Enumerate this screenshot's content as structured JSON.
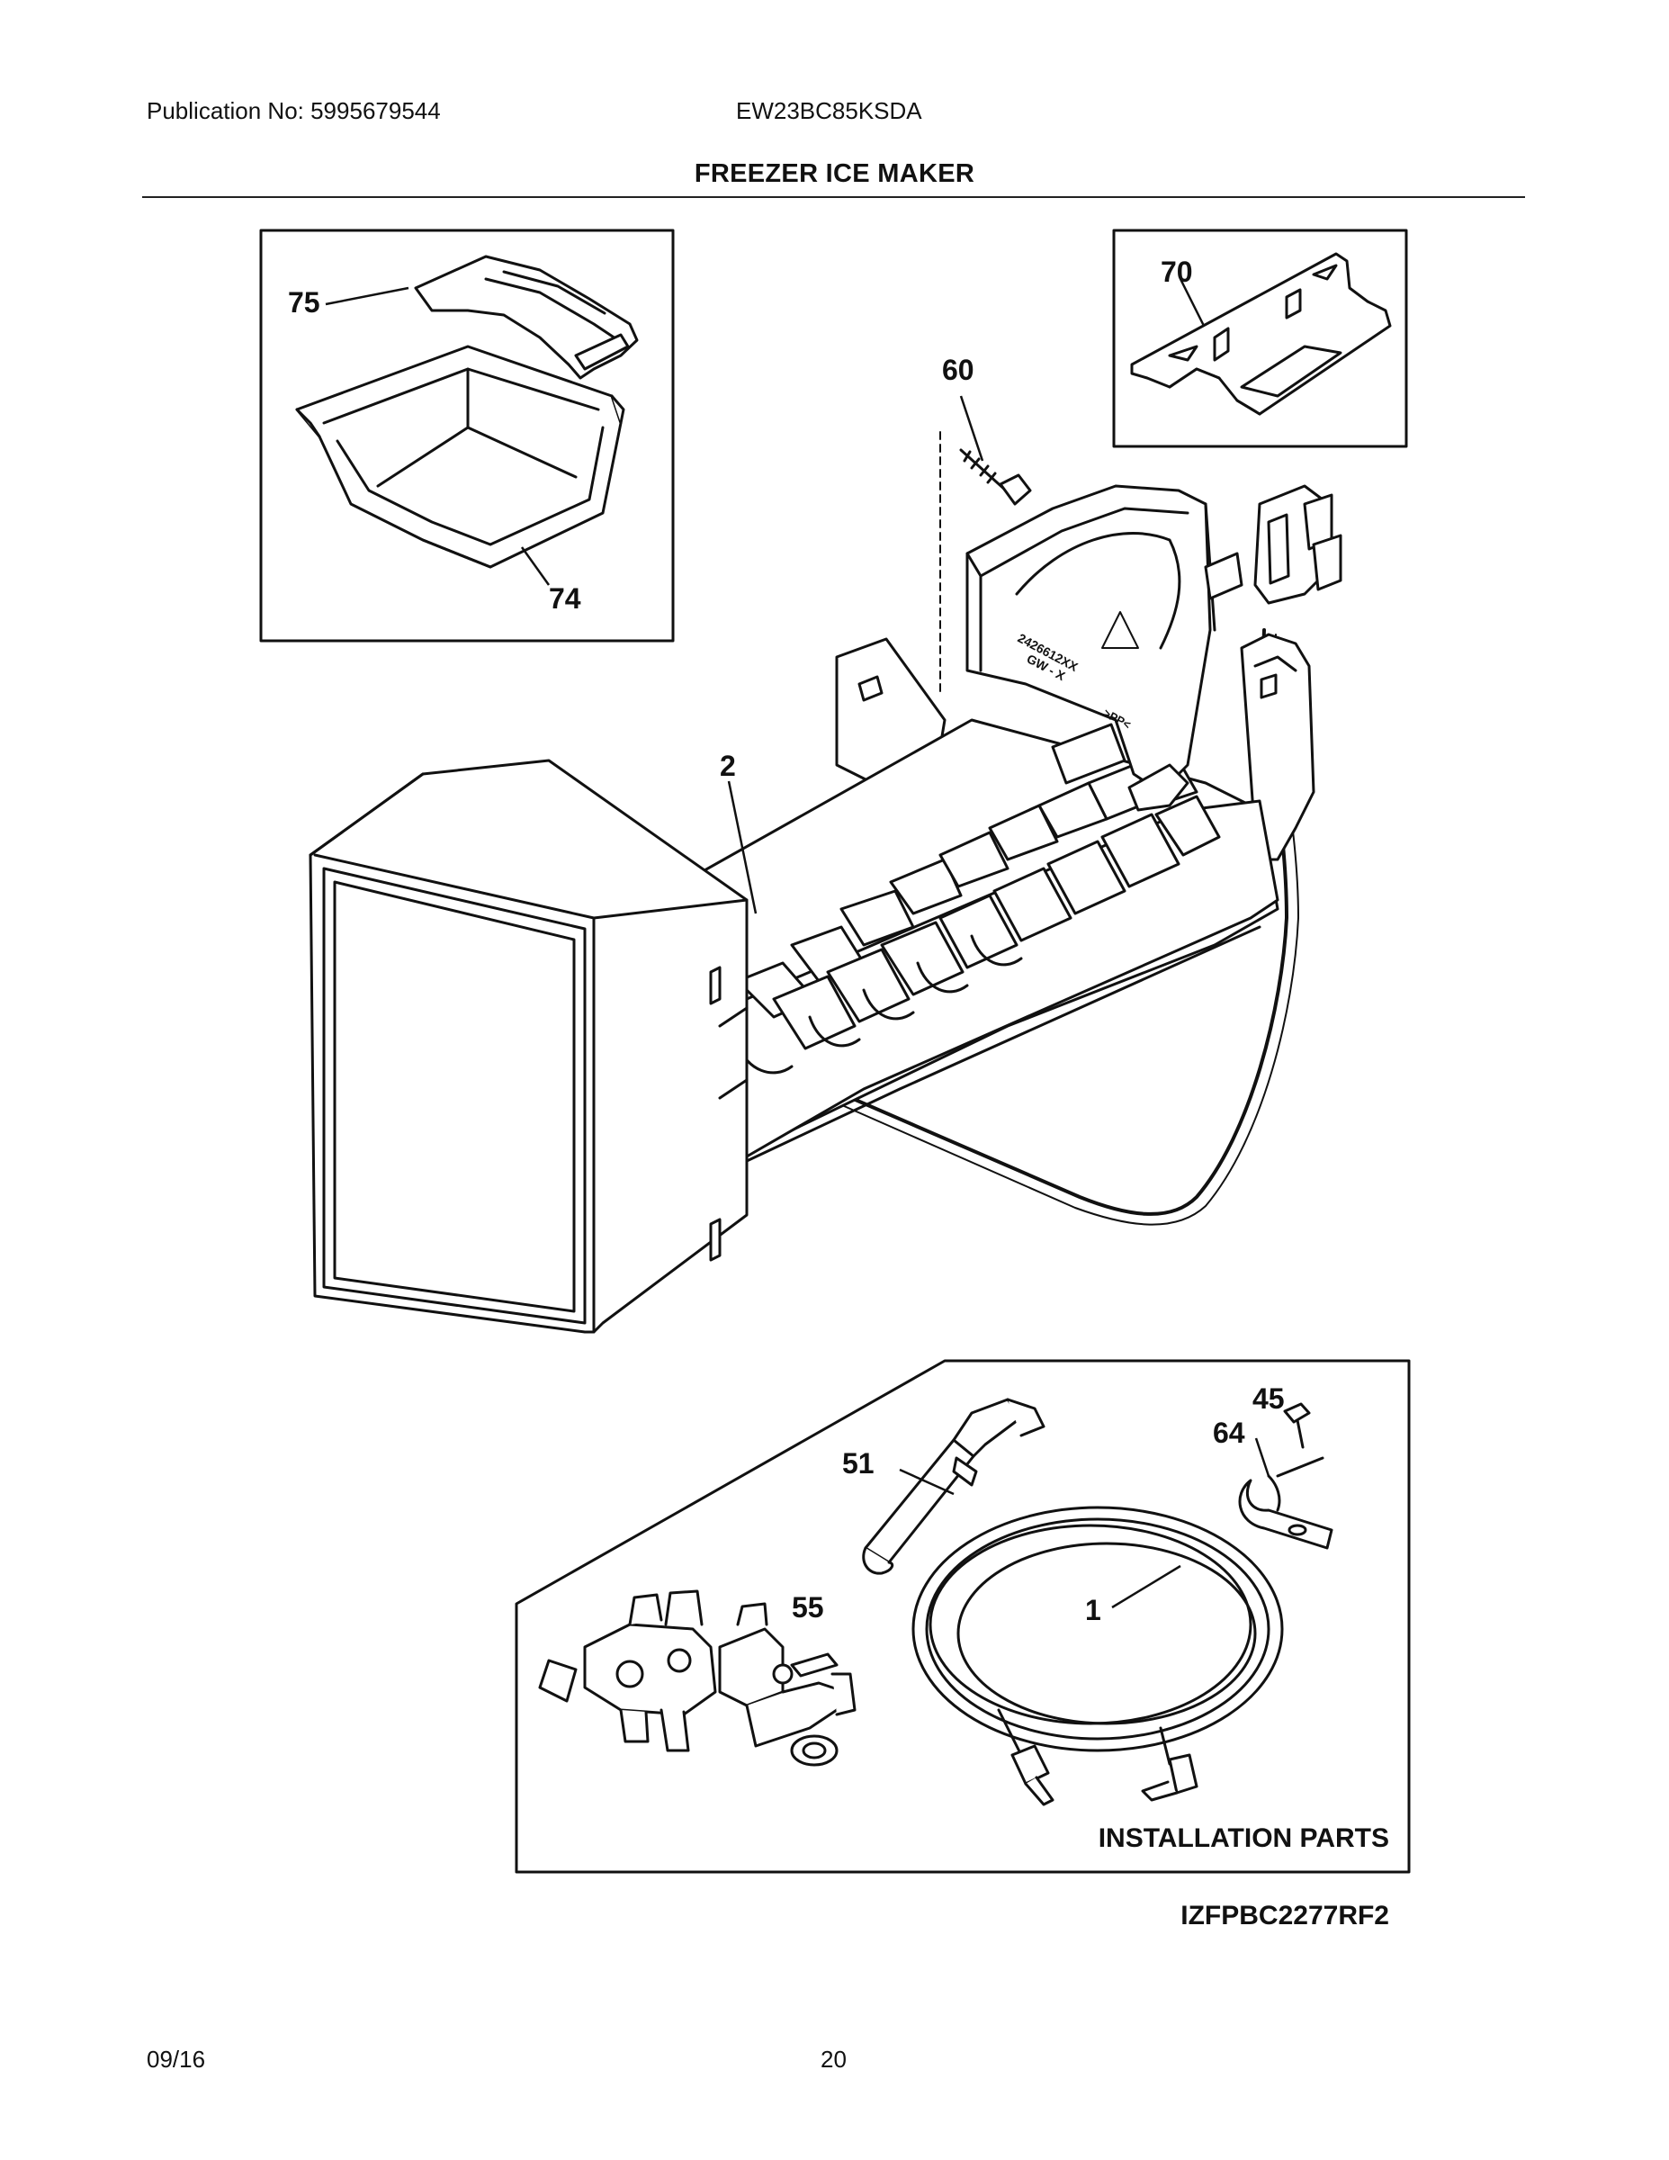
{
  "header": {
    "publication": "Publication No: 5995679544",
    "model": "EW23BC85KSDA",
    "section_title": "FREEZER ICE MAKER"
  },
  "callouts": {
    "bin_cover": "75",
    "bin": "74",
    "bracket": "70",
    "screw": "60",
    "icemaker": "2",
    "fill_tube": "51",
    "screw_small": "45",
    "clamp": "64",
    "water_line": "1",
    "valve": "55"
  },
  "molded_text": {
    "line1": "2426612XX",
    "line2": "GW - X",
    "resin": ">PP<"
  },
  "installation_label": "INSTALLATION PARTS",
  "diagram_code": "IZFPBC2277RF2",
  "footer": {
    "date": "09/16",
    "page": "20"
  }
}
